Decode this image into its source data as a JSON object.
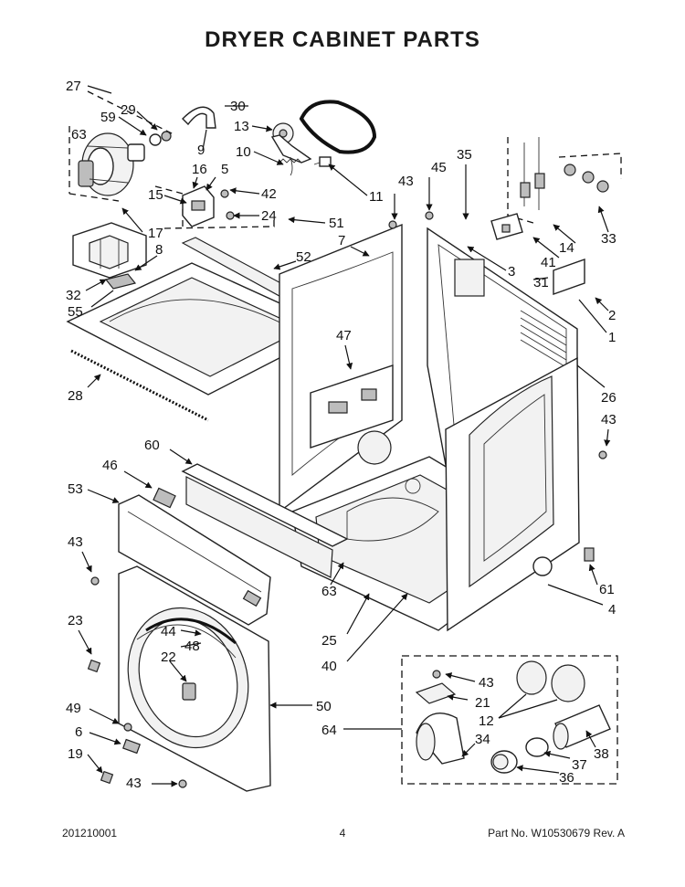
{
  "header": {
    "title": "DRYER CABINET PARTS"
  },
  "footer": {
    "doc_id": "201210001",
    "page_number": "4",
    "part_number": "Part No. W10530679  Rev. A"
  },
  "callouts": [
    "27",
    "59",
    "29",
    "63",
    "30",
    "13",
    "10",
    "9",
    "16",
    "5",
    "15",
    "42",
    "24",
    "17",
    "51",
    "11",
    "43",
    "45",
    "35",
    "33",
    "14",
    "41",
    "31",
    "2",
    "1",
    "3",
    "7",
    "8",
    "32",
    "55",
    "52",
    "47",
    "28",
    "26",
    "43",
    "60",
    "46",
    "53",
    "43",
    "61",
    "4",
    "63",
    "25",
    "40",
    "23",
    "44",
    "48",
    "22",
    "49",
    "6",
    "19",
    "43",
    "50",
    "64",
    "43",
    "21",
    "12",
    "34",
    "38",
    "37",
    "36"
  ]
}
